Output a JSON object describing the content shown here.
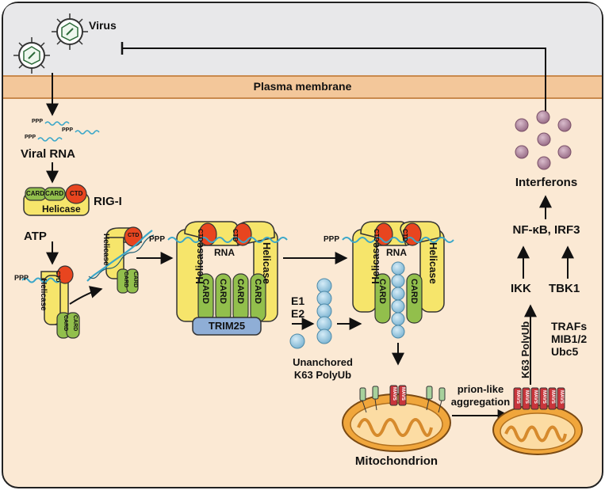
{
  "labels": {
    "virus": "Virus",
    "plasma_membrane": "Plasma membrane",
    "ppp": "PPP",
    "viral_rna": "Viral RNA",
    "rig_i": "RIG-I",
    "atp": "ATP",
    "card": "CARD",
    "ctd": "CTD",
    "helicase": "Helicase",
    "rna": "RNA",
    "trim25": "TRIM25",
    "e1": "E1",
    "e2": "E2",
    "unanchored_line1": "Unanchored",
    "unanchored_line2": "K63 PolyUb",
    "mavs": "MAVS",
    "mitochondrion": "Mitochondrion",
    "prion_line1": "prion-like",
    "prion_line2": "aggregation",
    "k63_polyub": "K63 PolyUb",
    "trafs": "TRAFs",
    "mib": "MIB1/2",
    "ubc5": "Ubc5",
    "ikk": "IKK",
    "tbk1": "TBK1",
    "nfkb_irf3": "NF-κB, IRF3",
    "interferons": "Interferons"
  },
  "colors": {
    "cytoplasm": "#fbe9d4",
    "extracellular": "#e8e8ea",
    "membrane": "#f3c79a",
    "helicase": "#f6e56b",
    "card": "#92bf4c",
    "ctd": "#e8451f",
    "trim25": "#8faed6",
    "ubiquitin": "#9fcbe3",
    "mavs": "#c8353b",
    "mito": "#f0a63c",
    "interferon": "#b88fa7",
    "rna": "#3aa7c9"
  }
}
